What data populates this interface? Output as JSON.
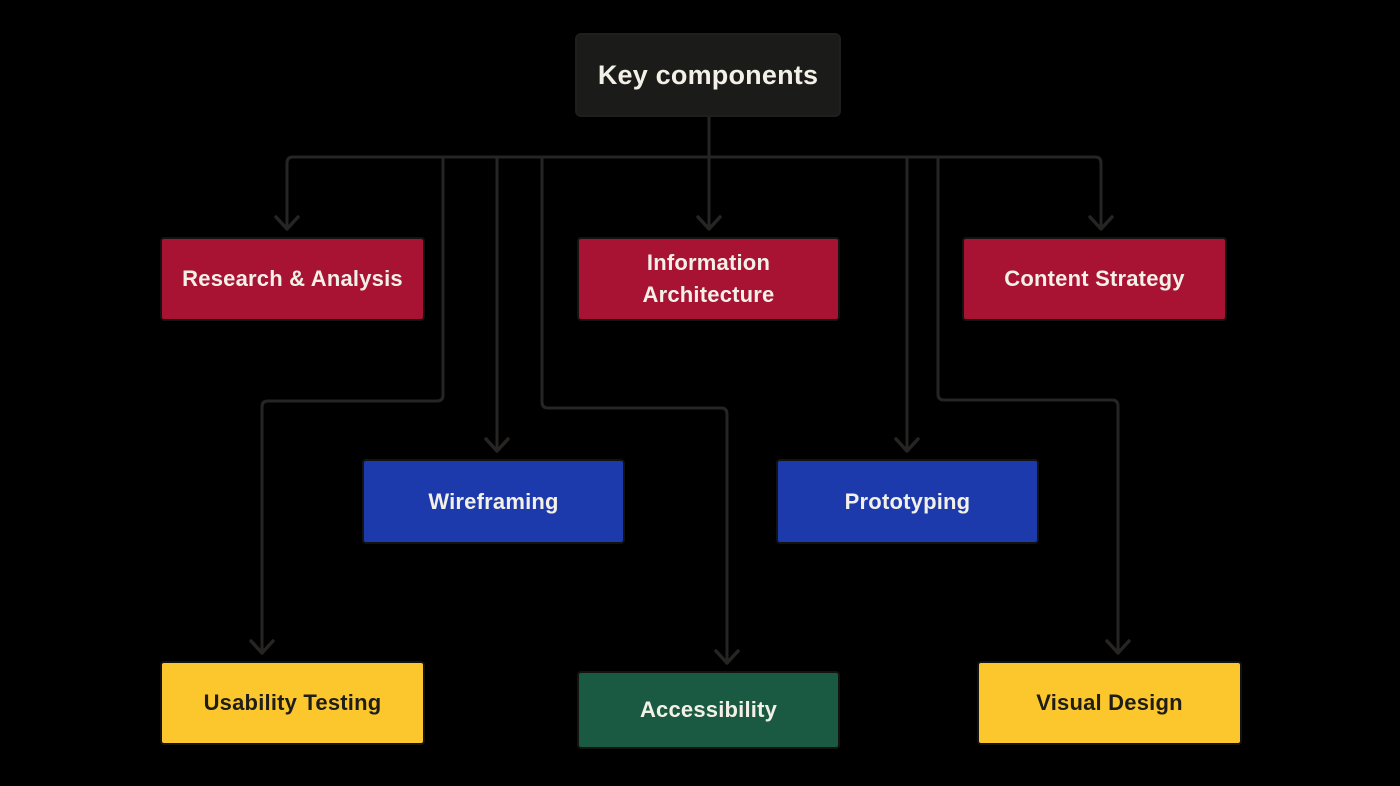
{
  "diagram": {
    "title": "Key components",
    "background_color": "#000000",
    "connector_color": "#262523",
    "nodes": [
      {
        "id": "key-components",
        "label": "Key components",
        "bg": "#1b1b19",
        "fg": "#f3f0e7",
        "role": "root"
      },
      {
        "id": "research-analysis",
        "label": "Research & Analysis",
        "bg": "#a81334",
        "fg": "#f3f0e7",
        "row": 1
      },
      {
        "id": "information-architecture",
        "label": "Information Architecture",
        "bg": "#a81334",
        "fg": "#f3f0e7",
        "row": 1
      },
      {
        "id": "content-strategy",
        "label": "Content Strategy",
        "bg": "#a81334",
        "fg": "#f3f0e7",
        "row": 1
      },
      {
        "id": "wireframing",
        "label": "Wireframing",
        "bg": "#1c3aac",
        "fg": "#f3f0e7",
        "row": 2
      },
      {
        "id": "prototyping",
        "label": "Prototyping",
        "bg": "#1c3aac",
        "fg": "#f3f0e7",
        "row": 2
      },
      {
        "id": "usability-testing",
        "label": "Usability Testing",
        "bg": "#fcc72c",
        "fg": "#1f1d18",
        "row": 3
      },
      {
        "id": "accessibility",
        "label": "Accessibility",
        "bg": "#1a5a43",
        "fg": "#f3f0e7",
        "row": 3
      },
      {
        "id": "visual-design",
        "label": "Visual Design",
        "bg": "#fcc72c",
        "fg": "#1f1d18",
        "row": 3
      }
    ],
    "edges": [
      {
        "from": "key-components",
        "to": "research-analysis"
      },
      {
        "from": "key-components",
        "to": "information-architecture"
      },
      {
        "from": "key-components",
        "to": "content-strategy"
      },
      {
        "from": "key-components",
        "to": "wireframing"
      },
      {
        "from": "key-components",
        "to": "prototyping"
      },
      {
        "from": "key-components",
        "to": "usability-testing"
      },
      {
        "from": "key-components",
        "to": "accessibility"
      },
      {
        "from": "key-components",
        "to": "visual-design"
      }
    ]
  }
}
